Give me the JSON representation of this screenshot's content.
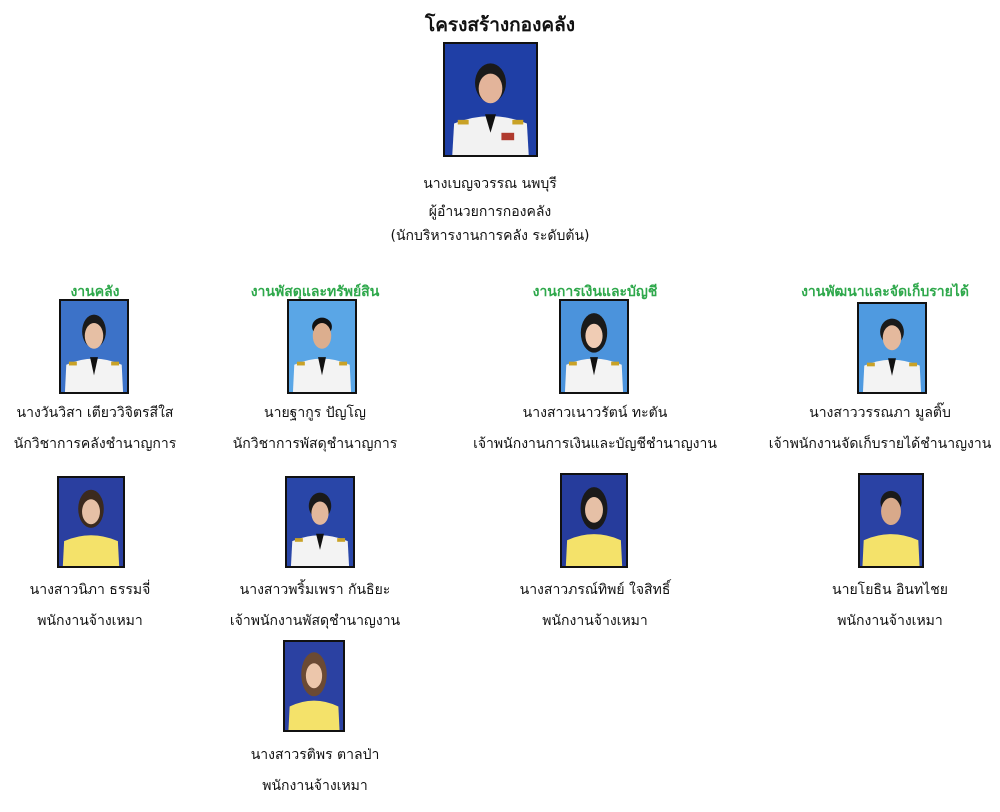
{
  "title": "โครงสร้างกองคลัง",
  "director": {
    "name": "นางเบญจวรรณ นพบุรี",
    "position": "ผู้อำนวยการกองคลัง",
    "level": "(นักบริหารงานการคลัง ระดับต้น)"
  },
  "sections": [
    {
      "title": "งานคลัง",
      "members": [
        {
          "name": "นางวันวิสา เตียววิจิตรสีใส",
          "position": "นักวิชาการคลังชำนาญการ"
        },
        {
          "name": "นางสาวนิภา ธรรมจี่",
          "position": "พนักงานจ้างเหมา"
        }
      ]
    },
    {
      "title": "งานพัสดุและทรัพย์สิน",
      "members": [
        {
          "name": "นายฐากูร ปัญโญ",
          "position": "นักวิชาการพัสดุชำนาญการ"
        },
        {
          "name": "นางสาวพริ้มเพรา กันธิยะ",
          "position": "เจ้าพนักงานพัสดุชำนาญงาน"
        },
        {
          "name": "นางสาวรติพร ตาลป่า",
          "position": "พนักงานจ้างเหมา"
        }
      ]
    },
    {
      "title": "งานการเงินและบัญชี",
      "members": [
        {
          "name": "นางสาวเนาวรัตน์ ทะตัน",
          "position": "เจ้าพนักงานการเงินและบัญชีชำนาญงาน"
        },
        {
          "name": "นางสาวภรณ์ทิพย์ ใจสิทธิ์",
          "position": "พนักงานจ้างเหมา"
        }
      ]
    },
    {
      "title": "งานพัฒนาและจัดเก็บรายได้",
      "members": [
        {
          "name": "นางสาววรรณภา มูลติ๊บ",
          "position": "เจ้าพนักงานจัดเก็บรายได้ชำนาญงาน"
        },
        {
          "name": "นายโยธิน อินทไชย",
          "position": "พนักงานจ้างเหมา"
        }
      ]
    }
  ]
}
